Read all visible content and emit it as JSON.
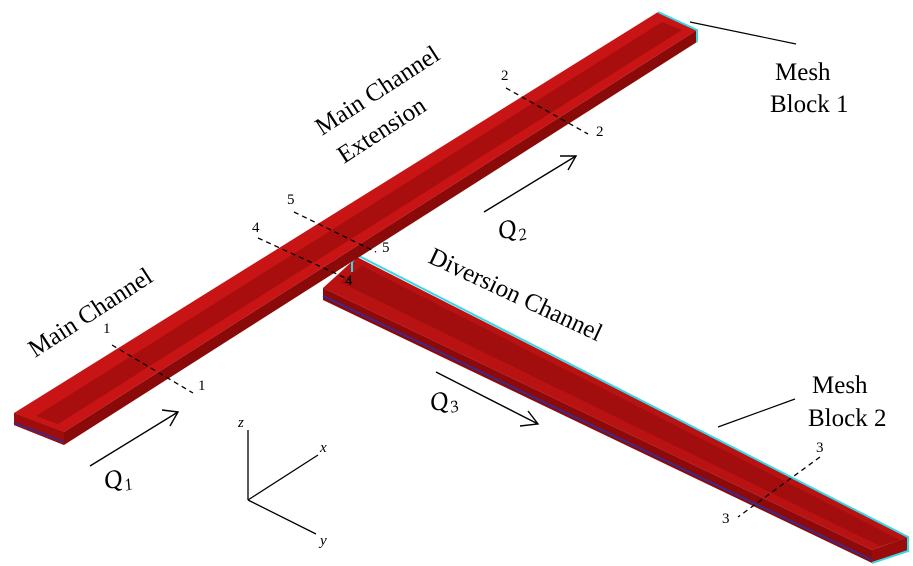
{
  "labels": {
    "main_channel": "Main Channel",
    "extension_line1": "Main Channel",
    "extension_line2": "Extension",
    "diversion_channel": "Diversion Channel",
    "mesh1_line1": "Mesh",
    "mesh1_line2": "Block 1",
    "mesh2_line1": "Mesh",
    "mesh2_line2": "Block 2"
  },
  "flows": {
    "q1": {
      "symbol": "Q",
      "sub": "1"
    },
    "q2": {
      "symbol": "Q",
      "sub": "2"
    },
    "q3": {
      "symbol": "Q",
      "sub": "3"
    }
  },
  "sections": {
    "s1a": "1",
    "s1b": "1",
    "s2a": "2",
    "s2b": "2",
    "s3a": "3",
    "s3b": "3",
    "s4a": "4",
    "s4b": "4",
    "s5a": "5",
    "s5b": "5"
  },
  "axes": {
    "x": "x",
    "y": "y",
    "z": "z"
  },
  "colors": {
    "channel_top": "#c81414",
    "channel_side": "#8e0a0a",
    "channel_inner": "#a80e0e",
    "mesh_edge": "#36d8e8",
    "base_line": "#3a2a8a",
    "ink": "#000000"
  }
}
